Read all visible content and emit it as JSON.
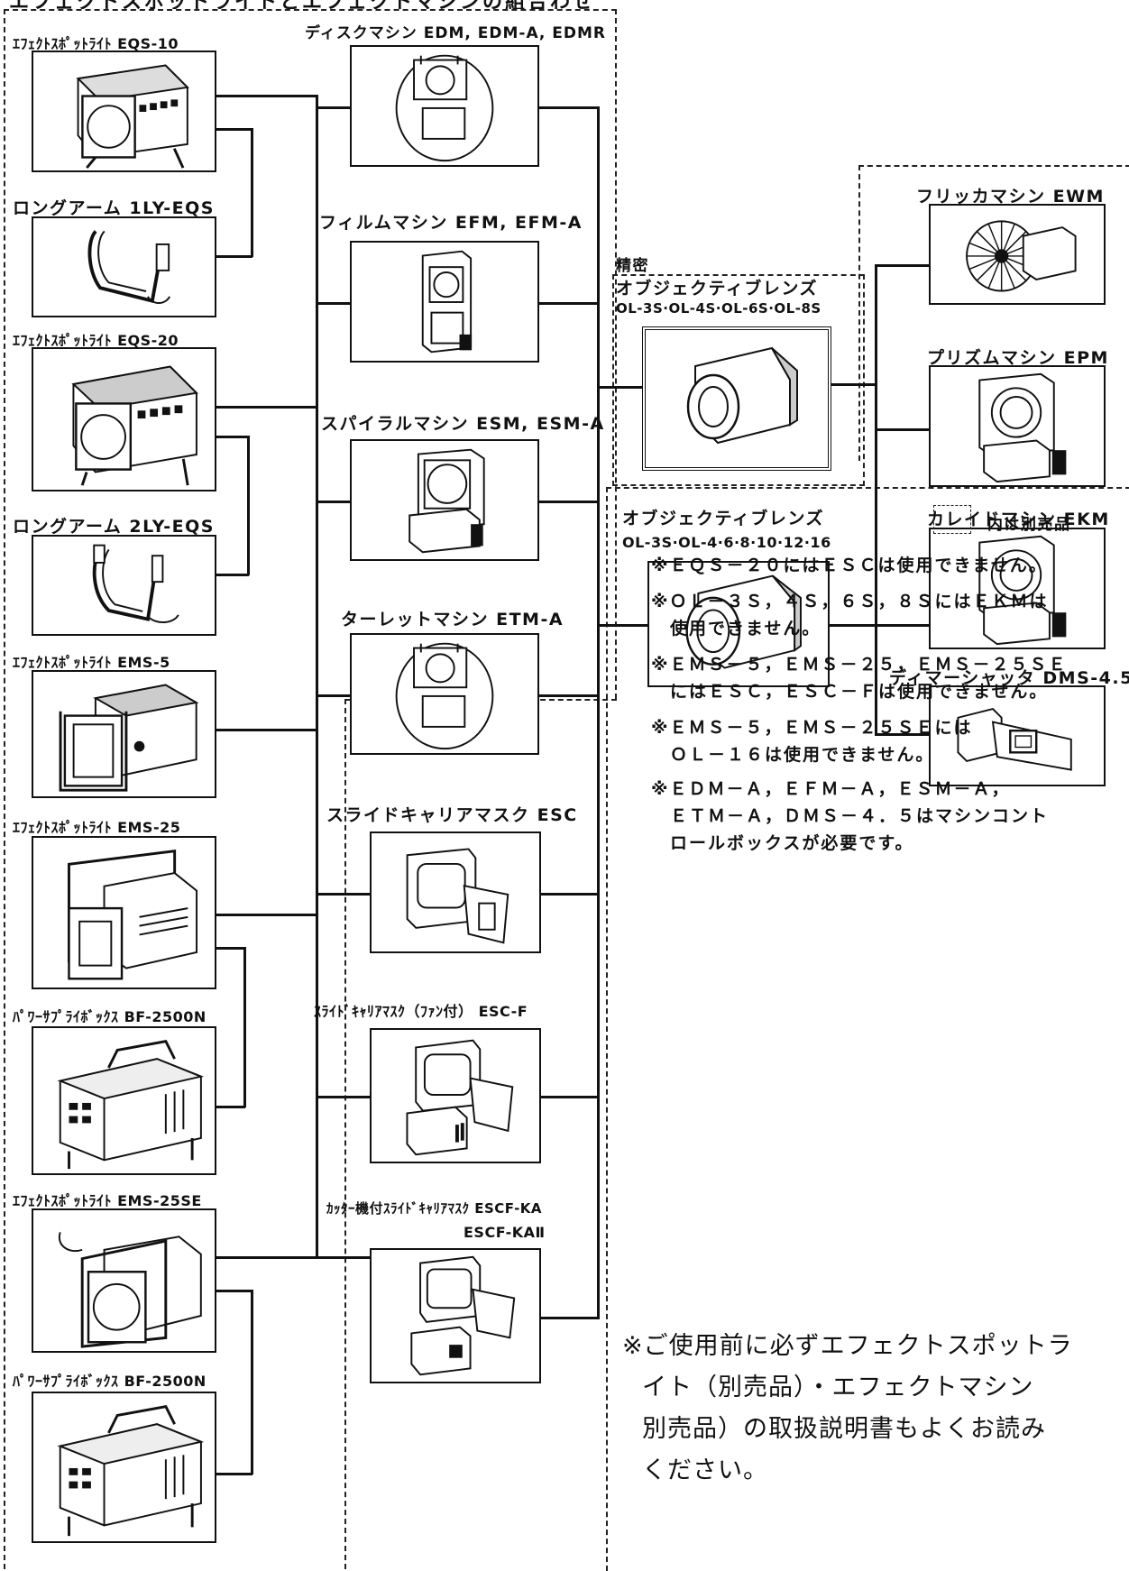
{
  "header_strip": "エフェクトスポットライトとエフェクトマシンの組合わせ",
  "left_column": [
    {
      "label": "ｴﾌｪｸﾄｽﾎﾟｯﾄﾗｲﾄ EQS-10"
    },
    {
      "label": "ロングアーム 1LY-EQS"
    },
    {
      "label": "ｴﾌｪｸﾄｽﾎﾟｯﾄﾗｲﾄ EQS-20"
    },
    {
      "label": "ロングアーム 2LY-EQS"
    },
    {
      "label": "ｴﾌｪｸﾄｽﾎﾟｯﾄﾗｲﾄ EMS-5"
    },
    {
      "label": "ｴﾌｪｸﾄｽﾎﾟｯﾄﾗｲﾄ EMS-25"
    },
    {
      "label": "ﾊﾟﾜｰｻﾌﾟﾗｲﾎﾞｯｸｽ BF-2500N"
    },
    {
      "label": "ｴﾌｪｸﾄｽﾎﾟｯﾄﾗｲﾄ EMS-25SE"
    },
    {
      "label": "ﾊﾟﾜｰｻﾌﾟﾗｲﾎﾞｯｸｽ BF-2500N"
    }
  ],
  "middle_column": [
    {
      "label": "ディスクマシン EDM, EDM-A, EDMR"
    },
    {
      "label": "フィルムマシン EFM, EFM-A"
    },
    {
      "label": "スパイラルマシン ESM, ESM-A"
    },
    {
      "label": "ターレットマシン ETM-A"
    },
    {
      "label": "スライドキャリアマスク ESC"
    },
    {
      "label": "ｽﾗｲﾄﾞｷｬﾘｱﾏｽｸ（ﾌｧﾝ付） ESC-F"
    },
    {
      "label": "ｶｯﾀｰ機付ｽﾗｲﾄﾞｷｬﾘｱﾏｽｸ ESCF-KA",
      "label2": "ESCF-KAⅡ"
    }
  ],
  "lens_precision": {
    "line1": "精密",
    "line2": "オブジェクティブレンズ",
    "line3": "OL-3S·OL-4S·OL-6S·OL-8S"
  },
  "lens_standard": {
    "line1": "オブジェクティブレンズ",
    "line2": "OL-3S·OL-4·6·8·10·12·16"
  },
  "right_column": [
    {
      "label": "フリッカマシン EWM"
    },
    {
      "label": "プリズムマシン EPM"
    },
    {
      "label": "カレイドマシン EKM"
    },
    {
      "label": "ディマーシャッタ DMS-4.5"
    }
  ],
  "legend": "内は別売品",
  "notes": [
    "※ＥＱＳ－２０にはＥＳＣは使用できません。",
    "※ＯＬ－３Ｓ，４Ｓ，６Ｓ，８ＳにはＥＫＭは\n　使用できません。",
    "※ＥＭＳ－５，ＥＭＳ－２５，ＥＭＳ－２５ＳＥ\n　にはＥＳＣ，ＥＳＣ－Ｆは使用できません。",
    "※ＥＭＳ－５，ＥＭＳ－２５ＳＥには\n　ＯＬ－１６は使用できません。",
    "※ＥＤＭ－Ａ，ＥＦＭ－Ａ，ＥＳＭ－Ａ，\n　ＥＴＭ－Ａ，ＤＭＳ－４．５はマシンコント\n　ロールボックスが必要です。"
  ],
  "warning": {
    "line1": "※ご使用前に必ずエフェクトスポットラ",
    "line2": "イト（別売品）・エフェクトマシン",
    "line3": "別売品）の取扱説明書もよくお読み",
    "line4": "ください。"
  }
}
